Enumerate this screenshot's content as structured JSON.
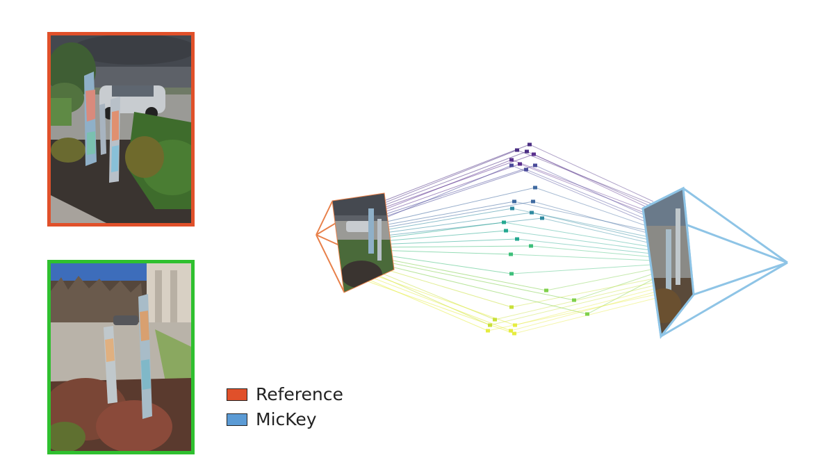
{
  "colors": {
    "reference": "#E0502A",
    "mickey": "#5B9BD5",
    "query_frame": "#2FC02F",
    "left_camera": "#E8804A",
    "right_camera": "#8EC4E6"
  },
  "legend": {
    "items": [
      {
        "label": "Reference",
        "color": "#E0502A"
      },
      {
        "label": "MicKey",
        "color": "#5B9BD5"
      }
    ]
  },
  "images": {
    "reference_photo": "parking-lot-painted-posts-cloudy",
    "query_photo": "parking-lot-painted-posts-sunny"
  }
}
